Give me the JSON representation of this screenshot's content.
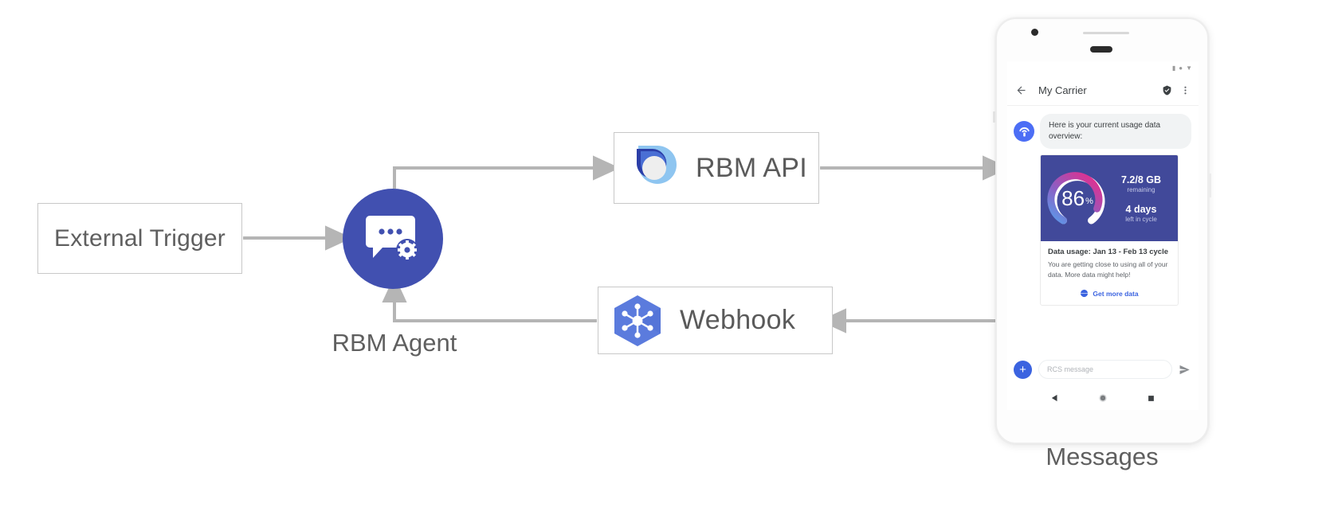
{
  "diagram": {
    "external_trigger": {
      "label": "External Trigger"
    },
    "rbm_agent": {
      "label": "RBM Agent",
      "icon": "chat-bubble-gear-icon"
    },
    "rbm_api": {
      "label": "RBM API",
      "icon": "rbm-droplet-icon"
    },
    "webhook": {
      "label": "Webhook",
      "icon": "hexagon-nodes-icon"
    },
    "phone_caption": "Messages",
    "colors": {
      "agent_blue": "#4150b0",
      "webhook_blue": "#5b7bdd",
      "api_light_blue": "#8ec5f0",
      "api_dark_blue": "#2b3ea8",
      "arrow_gray": "#b5b5b5",
      "box_border": "#c8c8c8",
      "text_gray": "#5f5f5f"
    }
  },
  "phone": {
    "status_icons": [
      "signal-icon",
      "wifi-dot-icon",
      "battery-icon"
    ],
    "app_bar": {
      "back_icon": "back-arrow-icon",
      "title": "My Carrier",
      "verified_icon": "verified-shield-icon",
      "overflow_icon": "more-vertical-icon"
    },
    "conversation": {
      "bot_avatar_icon": "carrier-bot-icon",
      "bot_message": "Here is your current usage data overview:"
    },
    "rich_card": {
      "gauge": {
        "percent_value": "86",
        "percent_symbol": "%",
        "fill_percent": 86,
        "gradient_start": "#5b9bea",
        "gradient_mid": "#8b5fc4",
        "gradient_end": "#e0308f",
        "track_color": "#ffffff",
        "hero_bg": "#41499a"
      },
      "stats": [
        {
          "value": "7.2/8 GB",
          "caption": "remaining"
        },
        {
          "value": "4 days",
          "caption": "left in cycle"
        }
      ],
      "title": "Data usage: Jan 13 - Feb 13 cycle",
      "description": "You are getting close to using all of your data. More data might help!",
      "action": {
        "icon": "globe-icon",
        "label": "Get more data"
      }
    },
    "composer": {
      "plus_icon": "plus-icon",
      "plus_label": "+",
      "placeholder": "RCS message",
      "value": "",
      "send_icon": "send-icon"
    },
    "nav_bar": {
      "back_icon": "nav-back-triangle-icon",
      "home_icon": "nav-home-circle-icon",
      "recents_icon": "nav-recents-square-icon"
    }
  }
}
